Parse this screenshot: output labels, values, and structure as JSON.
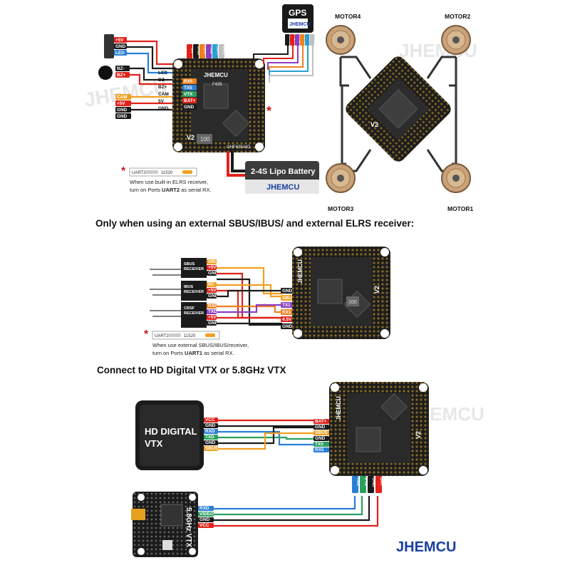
{
  "section1": {
    "gps_label": "GPS",
    "gps_brand": "JHEMCU",
    "fc_brand": "JHEMCU",
    "fc_model": "GHF435AIO",
    "fc_version": "V2",
    "fc_chip": "F435",
    "battery_label": "2-4S Lipo Battery",
    "battery_brand": "JHEMCU",
    "left_pins": [
      {
        "label": "+5V",
        "color": "#e0221a"
      },
      {
        "label": "GND",
        "color": "#1a1a1a"
      },
      {
        "label": "LED",
        "color": "#2a7fd4"
      }
    ],
    "buzzer_pins": [
      {
        "label": "BZ-",
        "color": "#1a1a1a"
      },
      {
        "label": "BZ+",
        "color": "#e0221a"
      }
    ],
    "cam_pins": [
      {
        "label": "CAM",
        "color": "#f0a020"
      },
      {
        "label": "+5V",
        "color": "#e0221a"
      },
      {
        "label": "GND",
        "color": "#1a1a1a"
      }
    ],
    "extra_pins": [
      {
        "label": "GND",
        "color": "#1a1a1a"
      }
    ],
    "board_pads_left": [
      "LED",
      "BZ-",
      "BZ+",
      "CAM",
      "5V",
      "GND"
    ],
    "board_pads_top": [
      "+5V",
      "GND",
      "RX1",
      "TX1",
      "SDA",
      "SCL"
    ],
    "board_pads_inner": [
      "RX5",
      "TX5",
      "VTX",
      "BAT+",
      "GND"
    ],
    "gps_pins": [
      {
        "label": "GND",
        "color": "#1a1a1a"
      },
      {
        "label": "+5V",
        "color": "#e0221a"
      },
      {
        "label": "TX1",
        "color": "#8c3fbf"
      },
      {
        "label": "RX1",
        "color": "#f08020"
      },
      {
        "label": "SDA",
        "color": "#2aa0d0"
      },
      {
        "label": "SCL",
        "color": "#c0c0c0"
      }
    ],
    "note_uart": "UART2",
    "note_baud": "11520",
    "note_line1": "When use built-in ELRS receiver,",
    "note_line2_prefix": "turn on Ports ",
    "note_line2_bold": "UART2",
    "note_line2_suffix": " as serial RX.",
    "motors": [
      "MOTOR4",
      "MOTOR2",
      "MOTOR3",
      "MOTOR1"
    ]
  },
  "section2": {
    "heading": "Only when using an external SBUS/IBUS/ and external ELRS receiver:",
    "receivers": [
      {
        "name_line1": "SBUS",
        "name_line2": "RECEIVER",
        "pins": [
          {
            "label": "SBUS",
            "color": "#f0a020"
          },
          {
            "label": "+5V",
            "color": "#e0221a"
          },
          {
            "label": "GND",
            "color": "#1a1a1a"
          }
        ]
      },
      {
        "name_line1": "IBUS",
        "name_line2": "RECEIVER",
        "pins": [
          {
            "label": "RC",
            "color": "#f0a020"
          },
          {
            "label": "+5V",
            "color": "#e0221a"
          },
          {
            "label": "GND",
            "color": "#1a1a1a"
          }
        ]
      },
      {
        "name_line1": "CRSF",
        "name_line2": "RECEIVER",
        "pins": [
          {
            "label": "RXD",
            "color": "#f08020"
          },
          {
            "label": "TXD",
            "color": "#8c3fbf"
          },
          {
            "label": "+5V",
            "color": "#e0221a"
          },
          {
            "label": "GND",
            "color": "#1a1a1a"
          }
        ]
      }
    ],
    "fc_pins": [
      {
        "label": "GND",
        "color": "#1a1a1a"
      },
      {
        "label": "SBUS",
        "color": "#f0a020"
      },
      {
        "label": "TX1",
        "color": "#8c3fbf"
      },
      {
        "label": "RX1",
        "color": "#f08020"
      },
      {
        "label": "4.5V",
        "color": "#e0221a"
      },
      {
        "label": "GND",
        "color": "#1a1a1a"
      }
    ],
    "note_uart": "UART1",
    "note_baud": "11520",
    "note_line1": "When use external SBUS/IBUS/receiver,",
    "note_line2_prefix": "turn on Ports ",
    "note_line2_bold": "UART1",
    "note_line2_suffix": " as serial RX."
  },
  "section3": {
    "heading": "Connect to HD Digital VTX or 5.8GHz VTX",
    "hd_vtx_line1": "HD DIGITAL",
    "hd_vtx_line2": "VTX",
    "hd_pins": [
      {
        "label": "VCC",
        "color": "#e0221a"
      },
      {
        "label": "GND",
        "color": "#1a1a1a"
      },
      {
        "label": "RXD",
        "color": "#2a7fd4"
      },
      {
        "label": "TXD",
        "color": "#2aa060"
      },
      {
        "label": "GND",
        "color": "#1a1a1a"
      },
      {
        "label": "SBUS",
        "color": "#f0a020"
      }
    ],
    "fc_pins": [
      {
        "label": "BAT+",
        "color": "#e0221a"
      },
      {
        "label": "GND",
        "color": "#1a1a1a"
      },
      {
        "label": "SBUS",
        "color": "#f0a020"
      },
      {
        "label": "GND",
        "color": "#1a1a1a"
      },
      {
        "label": "TX5",
        "color": "#2aa060"
      },
      {
        "label": "RX5",
        "color": "#2a7fd4"
      }
    ],
    "fc_bottom_pins": [
      {
        "label": "TX5",
        "color": "#2a7fd4"
      },
      {
        "label": "VTX",
        "color": "#2aa060"
      },
      {
        "label": "GND",
        "color": "#1a1a1a"
      },
      {
        "label": "BAT",
        "color": "#e0221a"
      }
    ],
    "analog_vtx_label": "5.8GHz VTX",
    "analog_pins": [
      {
        "label": "RXD",
        "color": "#2a7fd4"
      },
      {
        "label": "VIDEO",
        "color": "#2aa060"
      },
      {
        "label": "GND",
        "color": "#1a1a1a"
      },
      {
        "label": "VCC",
        "color": "#e0221a"
      }
    ]
  },
  "brand_footer": "JHEMCU",
  "watermark": "JHEMCU"
}
